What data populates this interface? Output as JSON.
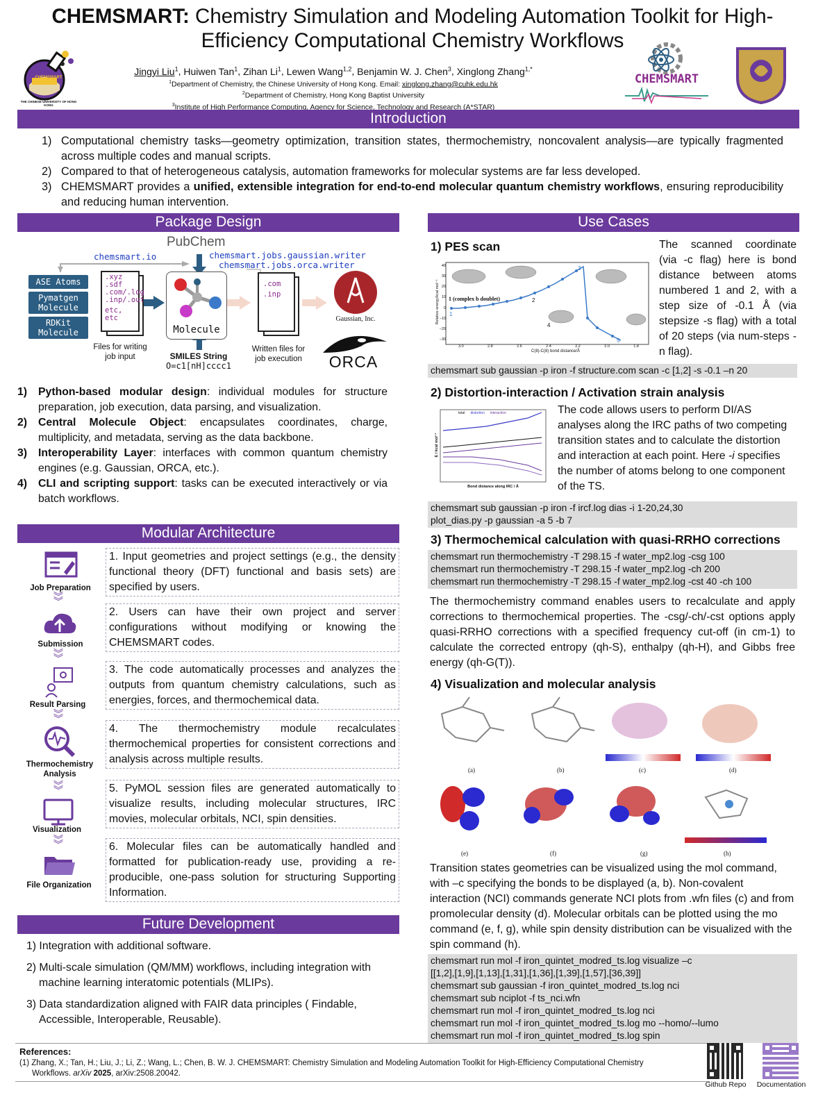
{
  "header": {
    "title_bold": "CHEMSMART:",
    "title_rest_1": " Chemistry Simulation and Modeling Automation Toolkit for High-",
    "title_rest_2": "Efficiency Computational Chemistry Workflows",
    "authors": [
      {
        "name": "Jingyi Liu",
        "sup": "1"
      },
      {
        "name": "Huiwen Tan",
        "sup": "1"
      },
      {
        "name": "Zihan Li",
        "sup": "1"
      },
      {
        "name": "Lewen Wang",
        "sup": "1,2"
      },
      {
        "name": "Benjamin W. J. Chen",
        "sup": "3"
      },
      {
        "name": "Xinglong Zhang",
        "sup": "1,*"
      }
    ],
    "affil_1_sup": "1",
    "affil_1": "Department of Chemistry, the Chinese University of Hong Kong. Email: ",
    "affil_1_email": "xinglong.zhang@cuhk.edu.hk",
    "affil_2_sup": "2",
    "affil_2": "Department of Chemistry, Hong Kong Baptist University",
    "affil_3_sup": "3",
    "affil_3": "Institute of High Performance Computing, Agency for Science, Technology and Research (A*STAR)",
    "logo_left_text": "CHEMSMART",
    "logo_left_caption": "THE CHINESE UNIVERSITY OF HONG KONG",
    "logo_center_text": "CHEMSMART"
  },
  "intro": {
    "heading": "Introduction",
    "items": [
      {
        "num": "1)",
        "text": "Computational chemistry tasks—geometry optimization, transition states, thermochemistry, noncovalent analysis—are typically fragmented across multiple codes and manual scripts."
      },
      {
        "num": "2)",
        "text": "Compared to that of heterogeneous catalysis, automation frameworks for molecular systems are far less developed."
      },
      {
        "num": "3)",
        "pre": "CHEMSMART provides a ",
        "bold": "unified, extensible integration for end-to-end molecular quantum chemistry workflows",
        "post": ", ensuring reproducibility and reducing human intervention."
      }
    ]
  },
  "package": {
    "heading": "Package Design",
    "diagram": {
      "pubchem": "PubChem",
      "site": "chemsmart.io",
      "writer_1": "chemsmart.jobs.gaussian.writer",
      "writer_2": "chemsmart.jobs.orca.writer",
      "chip_1": "ASE Atoms",
      "chip_2": "Pymatgen Molecule",
      "chip_3": "RDKit Molecule",
      "input_exts": [
        ".xyz",
        ".sdf",
        ".com/.log",
        ".inp/.out",
        "etc, etc"
      ],
      "files_caption": "Files for writing job input",
      "molecule_label": "Molecule",
      "smiles_title": "SMILES String",
      "smiles_value": "O=c1[nH]cccc1",
      "output_exts": [
        ".com",
        ".inp"
      ],
      "written_caption": "Written files for job execution",
      "gaussian_label": "Gaussian, Inc.",
      "orca_label": "ORCA"
    },
    "items": [
      {
        "num": "1)",
        "bold": "Python-based modular design",
        "text": ": individual modules for structure preparation, job execution, data parsing, and visualization."
      },
      {
        "num": "2)",
        "bold": "Central Molecule Object",
        "text": ": encapsulates coordinates, charge, multiplicity, and metadata, serving as the data backbone."
      },
      {
        "num": "3)",
        "bold": "Interoperability Layer",
        "text": ": interfaces with common quantum chemistry engines (e.g. Gaussian, ORCA, etc.)."
      },
      {
        "num": "4)",
        "bold": "CLI and scripting support",
        "text": ": tasks can be executed interactively or via batch workflows."
      }
    ]
  },
  "modular": {
    "heading": "Modular Architecture",
    "labels": [
      "Job Preparation",
      "Submission",
      "Result Parsing",
      "Thermochemistry Analysis",
      "Visualization",
      "File Organization"
    ],
    "steps": [
      "1. Input geometries and project settings (e.g., the density functional theory (DFT) functional and basis sets) are specified by users.",
      "2. Users can have their own project and server configurations without modifying or knowing the CHEMSMART codes.",
      "3. The code automatically processes and analyzes the outputs from quantum chemistry calculations, such as energies, forces, and thermochemical data.",
      "4. The thermochemistry module recalculates thermochemical properties for consistent corrections and analysis across multiple results.",
      "5. PyMOL session files are generated automatically to visualize results, including molecular structures, IRC movies, molecular orbitals, NCI, spin densities.",
      "6. Molecular files can be automatically handled and formatted for publication-ready use, providing a re-producible, one-pass solution for structuring Supporting Information."
    ]
  },
  "future": {
    "heading": "Future Development",
    "items": [
      "1) Integration with additional software.",
      "2) Multi-scale simulation (QM/MM) workflows, including integration with machine learning interatomic potentials (MLIPs).",
      "3) Data standardization aligned with FAIR data principles ( Findable, Accessible, Interoperable, Reusable)."
    ]
  },
  "usecases": {
    "heading": "Use Cases",
    "pes": {
      "title": "1)  PES scan",
      "text": "The scanned coordinate (via -c flag) here is bond distance between atoms numbered 1 and 2, with a step size of -0.1 Å (via stepsize -s flag) with a total of 20 steps (via num-steps -n flag).",
      "command": "chemsmart sub gaussian -p iron -f structure.com scan -c [1,2] -s -0.1 –n 20",
      "chart_label": "1 (complex b doublet)",
      "xlabel": "C(8)-C(8) bond distance/Å",
      "ylabel": "Relative energy/kcal mol⁻¹",
      "x_ticks": [
        "3.0",
        "2.8",
        "2.6",
        "2.4",
        "2.2",
        "2.0",
        "1.8"
      ],
      "y_ticks": [
        "40",
        "30",
        "20",
        "10",
        "0",
        "−10",
        "−20",
        "−30"
      ],
      "point_labels": [
        "1",
        "2",
        "3",
        "4",
        "5"
      ]
    },
    "dias": {
      "title": "2) Distortion-interaction / Activation strain analysis",
      "text_pre": "The code allows users to perform DI/AS analyses along the IRC paths of two competing transition states and to calculate the distortion and interaction at each point. Here ",
      "text_em": "-i",
      "text_post": " specifies the number of atoms belong to one component of the TS.",
      "commands": [
        "chemsmart sub gaussian -p iron -f ircf.log dias -i 1-20,24,30",
        "plot_dias.py -p gaussian -a 5 -b 7"
      ],
      "legend": [
        "total",
        "distortion",
        "interaction"
      ],
      "xlabel": "Bond distance along IRC / Å",
      "ylabel": "E / kcal mol⁻¹"
    },
    "thermo": {
      "title": "3) Thermochemical calculation with quasi-RRHO corrections",
      "commands": [
        "chemsmart run thermochemistry -T 298.15 -f water_mp2.log -csg 100",
        "chemsmart run thermochemistry -T 298.15 -f water_mp2.log -ch 200",
        "chemsmart run thermochemistry -T 298.15 -f water_mp2.log -cst 40 -ch 100"
      ],
      "text": " The thermochemistry command enables users to recalculate and apply corrections to thermochemical properties. The -csg/-ch/-cst options apply quasi-RRHO corrections with a specified frequency cut-off (in cm-1) to calculate the corrected entropy (qh-S), enthalpy (qh-H), and Gibbs free energy (qh-G(T))."
    },
    "viz": {
      "title": "4) Visualization and molecular analysis",
      "panel_labels": [
        "(a)",
        "(b)",
        "(c)",
        "(d)",
        "(e)",
        "(f)",
        "(g)",
        "(h)"
      ],
      "text": "Transition states geometries can be visualized using the mol command, with –c specifying the bonds to be displayed (a, b). Non-covalent interaction (NCI) commands generate NCI plots from .wfn files (c) and from promolecular density (d). Molecular orbitals can be plotted using the mo command (e, f, g), while spin density distribution can be visualized with the spin command (h).",
      "commands": [
        "chemsmart run mol -f iron_quintet_modred_ts.log visualize –c",
        "[[1,2],[1,9],[1,13],[1,31],[1,36],[1,39],[1,57],[36,39]]",
        "chemsmart sub gaussian -f iron_quintet_modred_ts.log nci",
        "chemsmart sub nciplot -f ts_nci.wfn",
        "chemsmart run mol -f iron_quintet_modred_ts.log nci",
        "chemsmart run mol -f iron_quintet_modred_ts.log mo --homo/--lumo",
        "chemsmart run mol -f iron_quintet_modred_ts.log spin"
      ]
    }
  },
  "references": {
    "heading": "References:",
    "ref_1": "(1) Zhang, X.; Tan, H.; Liu, J.; Li, Z.; Wang, L.; Chen, B. W. J. CHEMSMART: Chemistry Simulation and Modeling Automation Toolkit for High-Efficiency Computational Chemistry",
    "ref_2_pre": "Workflows. ",
    "ref_2_journal": "arXiv",
    "ref_2_year": " 2025",
    "ref_2_post": ", arXiv:2508.20042.",
    "qr_1": "Github Repo",
    "qr_2": "Documentation"
  },
  "colors": {
    "accent": "#6a3a9c",
    "code_bg": "#dcdcdc",
    "chip": "#2c5d82"
  }
}
